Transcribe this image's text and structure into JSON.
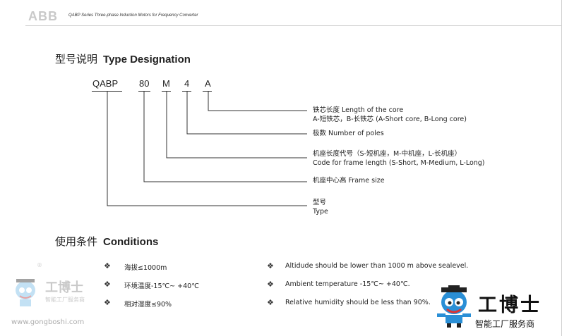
{
  "header": {
    "logo_text": "ABB",
    "title": "QABP Series Three-phase Induction Motors for Frequency Converter"
  },
  "type_designation": {
    "title_cn": "型号说明",
    "title_en": "Type Designation",
    "codes": [
      "QABP",
      "80",
      "M",
      "4",
      "A"
    ],
    "labels": [
      {
        "line1": "铁芯长度 Length of the core",
        "line2": "A-短铁芯，B-长铁芯 (A-Short core, B-Long core)"
      },
      {
        "line1": "极数 Number of poles",
        "line2": ""
      },
      {
        "line1": "机座长度代号（S-短机座，M-中机座，L-长机座）",
        "line2": "Code for frame length (S-Short, M-Medium, L-Long)"
      },
      {
        "line1": "机座中心高 Frame size",
        "line2": ""
      },
      {
        "line1": "型号",
        "line2": "Type"
      }
    ]
  },
  "conditions": {
    "title_cn": "使用条件",
    "title_en": "Conditions",
    "items_cn": [
      "海拔≤1000m",
      "环境温度-15℃~ +40℃",
      "相对湿度≤90%"
    ],
    "items_en": [
      "Altidude should be lower than 1000 m above sealevel.",
      "Ambient temperature -15℃~ +40℃.",
      "Relative humidity should be less than 90%."
    ]
  },
  "watermark": {
    "brand": "工博士",
    "slogan": "智能工厂服务商",
    "url": "www.gongboshi.com",
    "registered": "®"
  },
  "colors": {
    "abb_red": "#cccccc",
    "brand_blue": "#2a8fd6",
    "text": "#222222"
  }
}
